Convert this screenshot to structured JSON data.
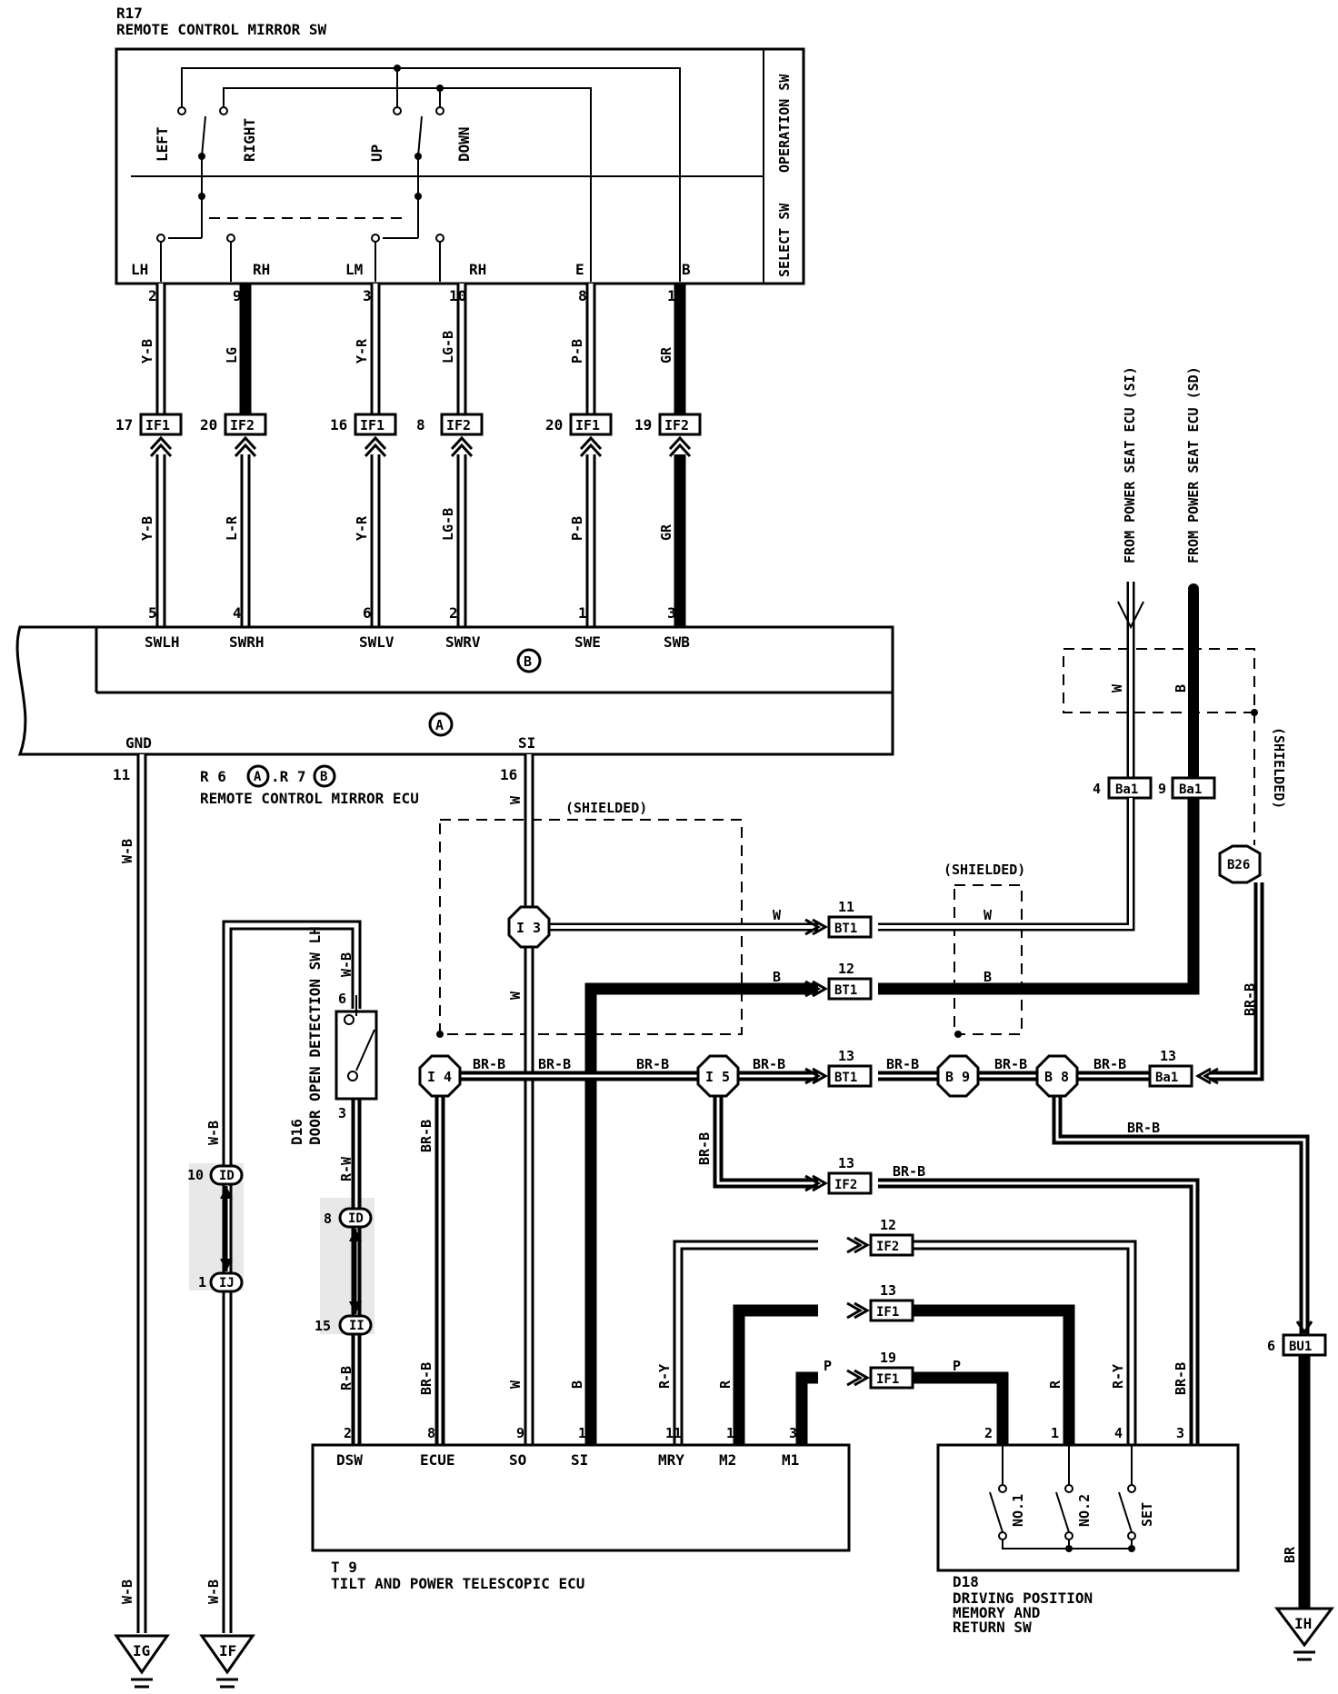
{
  "r17": {
    "code": "R17",
    "name": "REMOTE CONTROL MIRROR SW",
    "operation_sw": "OPERATION SW",
    "select_sw": "SELECT SW",
    "dirs": [
      "LEFT",
      "RIGHT",
      "UP",
      "DOWN"
    ],
    "terminals": [
      "LH",
      "RH",
      "LM",
      "RH",
      "E",
      "B"
    ]
  },
  "upper_wires": [
    {
      "pin": "2",
      "color": "Y-B",
      "conn_pin": "17",
      "conn": "IF1",
      "lower_color": "Y-B",
      "ecu_pin": "5",
      "ecu_term": "SWLH"
    },
    {
      "pin": "9",
      "color": "LG",
      "conn_pin": "20",
      "conn": "IF2",
      "lower_color": "L-R",
      "ecu_pin": "4",
      "ecu_term": "SWRH"
    },
    {
      "pin": "3",
      "color": "Y-R",
      "conn_pin": "16",
      "conn": "IF1",
      "lower_color": "Y-R",
      "ecu_pin": "6",
      "ecu_term": "SWLV"
    },
    {
      "pin": "10",
      "color": "LG-B",
      "conn_pin": "8",
      "conn": "IF2",
      "lower_color": "LG-B",
      "ecu_pin": "2",
      "ecu_term": "SWRV"
    },
    {
      "pin": "8",
      "color": "P-B",
      "conn_pin": "20",
      "conn": "IF1",
      "lower_color": "P-B",
      "ecu_pin": "1",
      "ecu_term": "SWE"
    },
    {
      "pin": "12",
      "color": "GR",
      "conn_pin": "19",
      "conn": "IF2",
      "lower_color": "GR",
      "ecu_pin": "3",
      "ecu_term": "SWB"
    }
  ],
  "mirror_ecu": {
    "label_b": "B",
    "label_a": "A",
    "gnd": "GND",
    "gnd_pin": "11",
    "si": "SI",
    "si_pin": "16",
    "ref_r6": "R 6",
    "ref_r7": ".R 7",
    "name": "REMOTE CONTROL MIRROR ECU"
  },
  "power_seat": {
    "from_si": "FROM POWER SEAT ECU (SI)",
    "from_sd": "FROM POWER SEAT ECU (SD)",
    "shielded": "(SHIELDED)",
    "w": "W",
    "b": "B",
    "ba1_pin_w": "4",
    "ba1_pin_b": "9",
    "ba1": "Ba1",
    "b26": "B26",
    "br_b": "BR-B"
  },
  "mid": {
    "shielded": "(SHIELDED)",
    "shielded2": "(SHIELDED)",
    "i3": "I 3",
    "i4": "I 4",
    "i5": "I 5",
    "b9": "B 9",
    "b8": "B 8",
    "w": "W",
    "b": "B",
    "brb": "BR-B",
    "bt1": "BT1",
    "bt1_11": "11",
    "bt1_12": "12",
    "bt1_13": "13",
    "ba1_13": "13",
    "ba1": "Ba1",
    "if2_13": "13",
    "if2": "IF2",
    "if2_12": "12",
    "if1_13": "13",
    "if1": "IF1",
    "if1_19": "19",
    "p": "P",
    "r": "R",
    "ry": "R-Y",
    "bu1_pin": "6",
    "bu1": "BU1",
    "br": "BR"
  },
  "d16": {
    "code": "D16",
    "name": "DOOR OPEN DETECTION SW LH",
    "pin6": "6",
    "pin3": "3",
    "wb": "W-B",
    "rw": "R-W",
    "rb": "R-B",
    "jc_pin_8": "8",
    "jc_pin_15": "15",
    "jc_pin_10": "10",
    "jc_pin_1": "1",
    "id": "ID",
    "ii": "II",
    "ij": "IJ"
  },
  "t9": {
    "code": "T 9",
    "name": "TILT AND POWER TELESCOPIC ECU",
    "pins": [
      "2",
      "8",
      "9",
      "1",
      "11",
      "12",
      "3"
    ],
    "terms": [
      "DSW",
      "ECUE",
      "SO",
      "SI",
      "MRY",
      "M2",
      "M1"
    ],
    "colors": [
      "R-B",
      "BR-B",
      "W",
      "B",
      "R-Y",
      "R",
      "P"
    ]
  },
  "d18": {
    "code": "D18",
    "line1": "DRIVING POSITION",
    "line2": "MEMORY AND",
    "line3": "RETURN SW",
    "pins": [
      "2",
      "1",
      "4",
      "3"
    ],
    "sw": [
      "NO.1",
      "NO.2",
      "SET"
    ]
  },
  "grounds": {
    "ig": "IG",
    "if": "IF",
    "ih": "IH",
    "wb": "W-B"
  }
}
